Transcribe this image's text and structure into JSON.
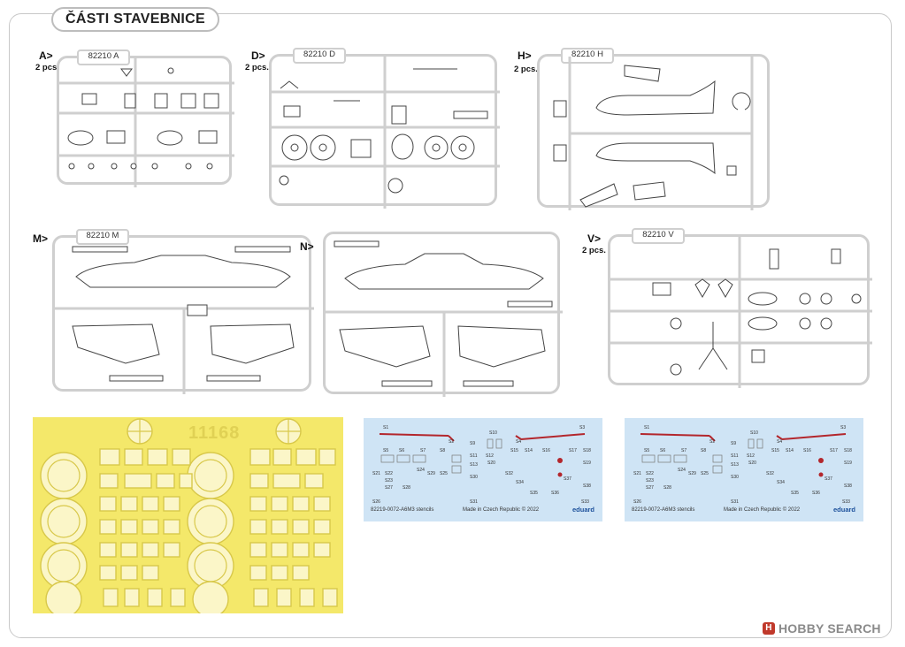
{
  "page": {
    "title": "ČÁSTI STAVEBNICE"
  },
  "sprues": [
    {
      "id": "A",
      "letter": "A>",
      "pcs": "2 pcs.",
      "code": "82210 A"
    },
    {
      "id": "D",
      "letter": "D>",
      "pcs": "2 pcs.",
      "code": "82210 D"
    },
    {
      "id": "H",
      "letter": "H>",
      "pcs": "2 pcs.",
      "code": "82210 H"
    },
    {
      "id": "M",
      "letter": "M>",
      "pcs": "",
      "code": "82210 M"
    },
    {
      "id": "N",
      "letter": "N>",
      "pcs": "",
      "code": ""
    },
    {
      "id": "V",
      "letter": "V>",
      "pcs": "2 pcs.",
      "code": "82210 V"
    }
  ],
  "mask_sheet": {
    "number": "11168"
  },
  "decal_sheets": [
    {
      "footer_left": "82219-0072-A6M3 stencils",
      "footer_center": "Made in Czech Republic  © 2022",
      "brand": "eduard",
      "labels": [
        "S1",
        "S3",
        "S2",
        "S10",
        "S4",
        "S5",
        "S6",
        "S7",
        "S8",
        "S9",
        "S11",
        "S12",
        "S13",
        "S14",
        "S15",
        "S16",
        "S17",
        "S18",
        "S19",
        "S20",
        "S21",
        "S22",
        "S23",
        "S24",
        "S25",
        "S26",
        "S27",
        "S28",
        "S29",
        "S30",
        "S31",
        "S32",
        "S33",
        "S34",
        "S35",
        "S36",
        "S37",
        "S38"
      ]
    },
    {
      "footer_left": "82219-0072-A6M3 stencils",
      "footer_center": "Made in Czech Republic  © 2022",
      "brand": "eduard",
      "labels": [
        "S1",
        "S3",
        "S2",
        "S10",
        "S4",
        "S5",
        "S6",
        "S7",
        "S8",
        "S9",
        "S11",
        "S12",
        "S13",
        "S14",
        "S15",
        "S16",
        "S17",
        "S18",
        "S19",
        "S20",
        "S21",
        "S22",
        "S23",
        "S24",
        "S25",
        "S26",
        "S27",
        "S28",
        "S29",
        "S30",
        "S31",
        "S32",
        "S33",
        "S34",
        "S35",
        "S36",
        "S37",
        "S38"
      ]
    }
  ],
  "watermark": {
    "text": "HOBBY SEARCH",
    "logo_glyph": "H"
  },
  "colors": {
    "sprue_frame": "#cfcfcf",
    "mask_yellow": "#f4e86a",
    "decal_blue": "#cfe4f5",
    "decal_red": "#b3262c"
  }
}
